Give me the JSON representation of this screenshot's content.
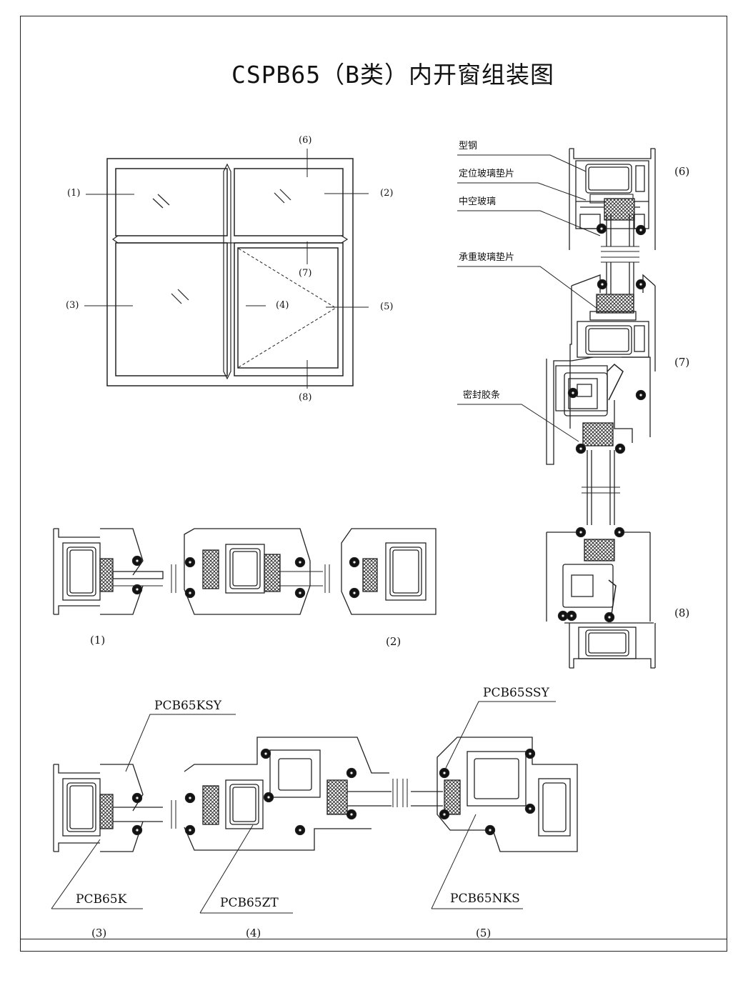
{
  "title": "CSPB65（B类）内开窗组装图",
  "elevation_labels": {
    "l1": "(1)",
    "l2": "(2)",
    "l3": "(3)",
    "l4": "(4)",
    "l5": "(5)",
    "l6": "(6)",
    "l7": "(7)",
    "l8": "(8)"
  },
  "vertical_section": {
    "callouts": [
      "型钢",
      "定位玻璃垫片",
      "中空玻璃",
      "承重玻璃垫片",
      "密封胶条"
    ],
    "markers": [
      "(6)",
      "(7)",
      "(8)"
    ]
  },
  "section_labels": [
    "(1)",
    "(2)",
    "(3)",
    "(4)",
    "(5)"
  ],
  "profiles": {
    "ksy": "PCB65KSY",
    "ssy": "PCB65SSY",
    "k": "PCB65K",
    "zt": "PCB65ZT",
    "nks": "PCB65NKS"
  }
}
